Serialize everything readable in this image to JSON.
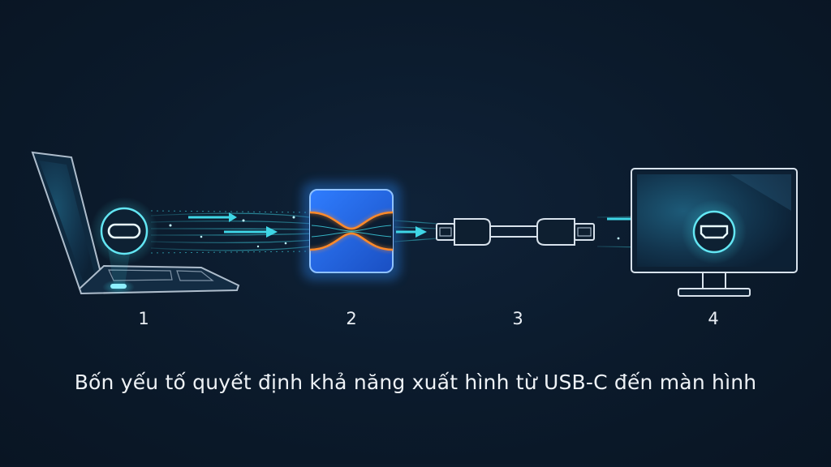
{
  "steps": [
    {
      "number": "1",
      "icon": "laptop-icon"
    },
    {
      "number": "2",
      "icon": "chip-icon"
    },
    {
      "number": "3",
      "icon": "cable-icon"
    },
    {
      "number": "4",
      "icon": "monitor-icon"
    }
  ],
  "caption": "Bốn yếu tố quyết định khả năng xuất hình từ USB-C đến màn hình",
  "colors": {
    "background": "#0b1a2b",
    "accent_cyan": "#3fd6e6",
    "accent_blue": "#2a8cff",
    "accent_orange": "#ff8a2a",
    "outline": "#cfd8e3"
  }
}
